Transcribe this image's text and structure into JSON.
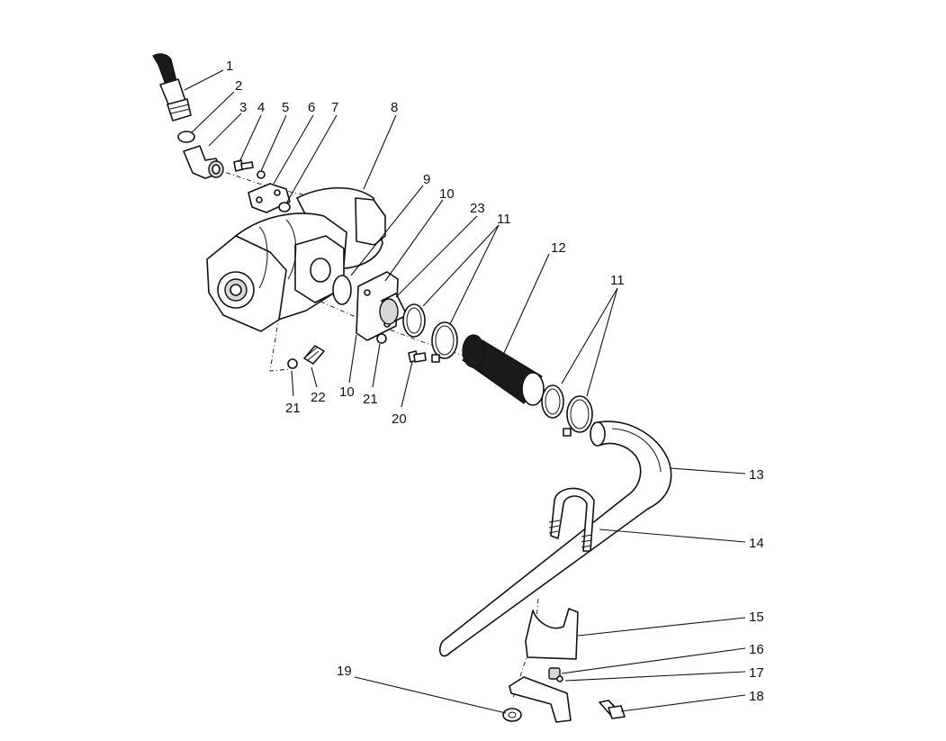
{
  "title": "",
  "callouts": [
    {
      "key": "c1",
      "label": "1"
    },
    {
      "key": "c2",
      "label": "2"
    },
    {
      "key": "c3",
      "label": "3"
    },
    {
      "key": "c4",
      "label": "4"
    },
    {
      "key": "c5",
      "label": "5"
    },
    {
      "key": "c6",
      "label": "6"
    },
    {
      "key": "c7",
      "label": "7"
    },
    {
      "key": "c8",
      "label": "8"
    },
    {
      "key": "c9",
      "label": "9"
    },
    {
      "key": "c10a",
      "label": "10"
    },
    {
      "key": "c23",
      "label": "23"
    },
    {
      "key": "c11a",
      "label": "11"
    },
    {
      "key": "c12",
      "label": "12"
    },
    {
      "key": "c11b",
      "label": "11"
    },
    {
      "key": "c21a",
      "label": "21"
    },
    {
      "key": "c22",
      "label": "22"
    },
    {
      "key": "c10b",
      "label": "10"
    },
    {
      "key": "c21b",
      "label": "21"
    },
    {
      "key": "c20",
      "label": "20"
    },
    {
      "key": "c13",
      "label": "13"
    },
    {
      "key": "c14",
      "label": "14"
    },
    {
      "key": "c15",
      "label": "15"
    },
    {
      "key": "c16",
      "label": "16"
    },
    {
      "key": "c17",
      "label": "17"
    },
    {
      "key": "c18",
      "label": "18"
    },
    {
      "key": "c19",
      "label": "19"
    }
  ]
}
